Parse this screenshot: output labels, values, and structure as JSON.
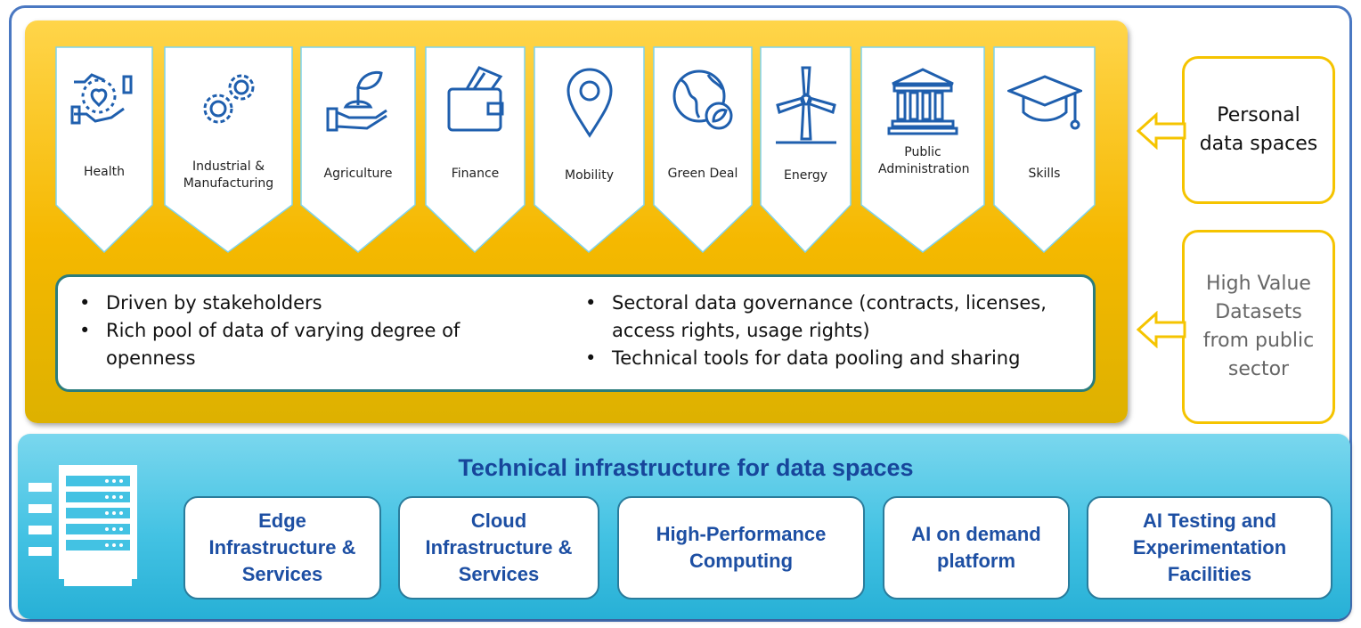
{
  "sectors": [
    {
      "label": "Health",
      "icon": "health-icon"
    },
    {
      "label": "Industrial & Manufacturing",
      "icon": "gears-icon"
    },
    {
      "label": "Agriculture",
      "icon": "plant-in-hand-icon"
    },
    {
      "label": "Finance",
      "icon": "wallet-icon"
    },
    {
      "label": "Mobility",
      "icon": "location-pin-icon"
    },
    {
      "label": "Green Deal",
      "icon": "globe-leaf-icon"
    },
    {
      "label": "Energy",
      "icon": "wind-turbine-icon"
    },
    {
      "label": "Public Administration",
      "icon": "government-building-icon"
    },
    {
      "label": "Skills",
      "icon": "graduation-cap-icon"
    }
  ],
  "features": {
    "left": [
      "Driven by stakeholders",
      "Rich pool of data of varying degree of openness"
    ],
    "right": [
      "Sectoral data governance (contracts, licenses, access rights, usage rights)",
      "Technical tools for data pooling and sharing"
    ]
  },
  "side": {
    "personal": "Personal data spaces",
    "high_value": "High Value Datasets from public sector"
  },
  "infrastructure": {
    "title": "Technical infrastructure for data spaces",
    "services": [
      "Edge Infrastructure & Services",
      "Cloud Infrastructure & Services",
      "High-Performance Computing",
      "AI on demand platform",
      "AI Testing and Experimentation Facilities"
    ]
  },
  "colors": {
    "accent_gold": "#f5b800",
    "accent_blue": "#43c2e3",
    "title_blue": "#17469b",
    "icon_blue": "#1f5fae"
  }
}
